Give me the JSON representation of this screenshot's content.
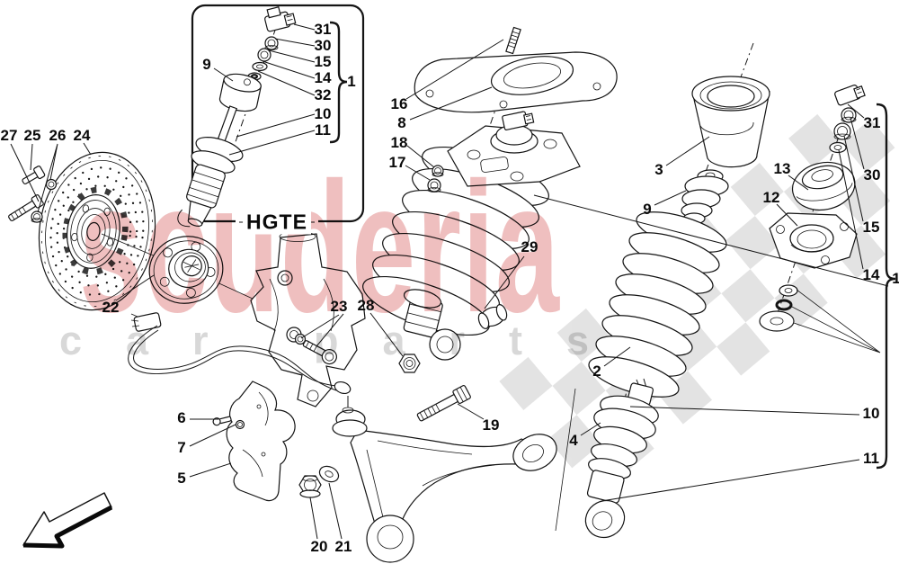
{
  "page": {
    "background": "#ffffff"
  },
  "watermark": {
    "script_text": "scuderia",
    "sub_word_1": "car",
    "sub_word_2": "parts",
    "script_color": "#d65e5e",
    "letter_color": "#d8d8d8",
    "checker_color": "#dfdfdf"
  },
  "inset": {
    "badge": "HGTE"
  },
  "callouts": {
    "disc": {
      "c27": "27",
      "c25": "25",
      "c26": "26",
      "c24": "24",
      "c22": "22"
    },
    "inset": {
      "c9": "9",
      "c31": "31",
      "c30": "30",
      "c15": "15",
      "c14": "14",
      "c32": "32",
      "c1": "1",
      "c10": "10",
      "c11": "11"
    },
    "center": {
      "c16": "16",
      "c8": "8",
      "c18": "18",
      "c17": "17",
      "c29": "29",
      "c28": "28",
      "c23": "23",
      "c19": "19"
    },
    "shield": {
      "c6": "6",
      "c7": "7",
      "c5": "5",
      "c20": "20",
      "c21": "21"
    },
    "right": {
      "c3": "3",
      "c9": "9",
      "c2": "2",
      "c4": "4",
      "c13": "13",
      "c12": "12",
      "c31": "31",
      "c30": "30",
      "c15": "15",
      "c14": "14",
      "c10": "10",
      "c11": "11",
      "c1": "1"
    }
  }
}
